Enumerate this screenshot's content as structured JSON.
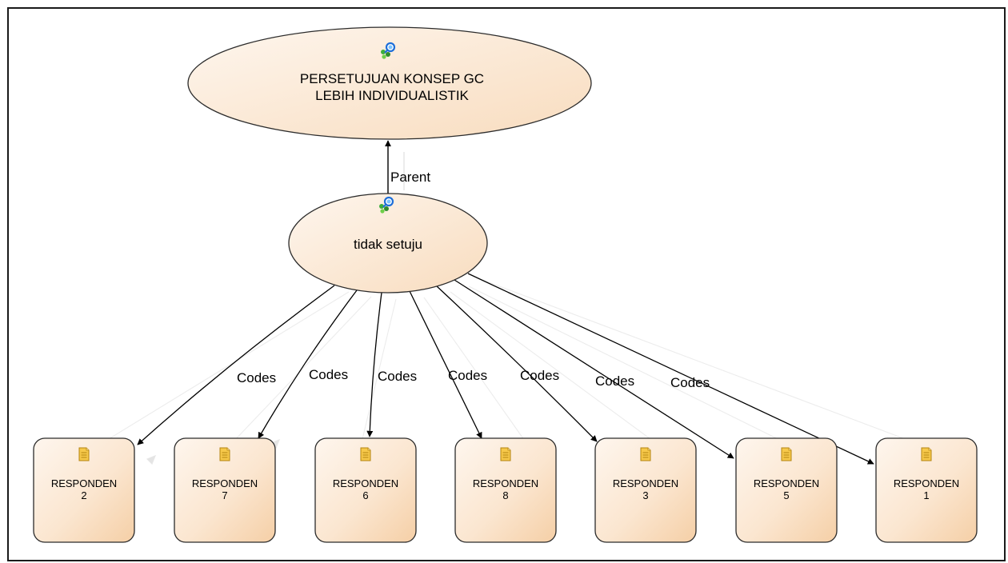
{
  "diagram": {
    "root": {
      "line1": "PERSETUJUAN KONSEP GC",
      "line2": "LEBIH INDIVIDUALISTIK",
      "icon": "code-node-icon"
    },
    "middle": {
      "label": "tidak setuju",
      "icon": "code-node-icon"
    },
    "parent_label": "Parent",
    "edge_label": "Codes",
    "respondents": [
      {
        "line1": "RESPONDEN",
        "line2": "2",
        "icon": "document-icon"
      },
      {
        "line1": "RESPONDEN",
        "line2": "7",
        "icon": "document-icon"
      },
      {
        "line1": "RESPONDEN",
        "line2": "6",
        "icon": "document-icon"
      },
      {
        "line1": "RESPONDEN",
        "line2": "8",
        "icon": "document-icon"
      },
      {
        "line1": "RESPONDEN",
        "line2": "3",
        "icon": "document-icon"
      },
      {
        "line1": "RESPONDEN",
        "line2": "5",
        "icon": "document-icon"
      },
      {
        "line1": "RESPONDEN",
        "line2": "1",
        "icon": "document-icon"
      }
    ],
    "colors": {
      "node_fill_light": "#fdf2e6",
      "node_fill_dark": "#f7d6b3",
      "node_stroke": "#2b2b2b",
      "edge": "#000000"
    }
  }
}
